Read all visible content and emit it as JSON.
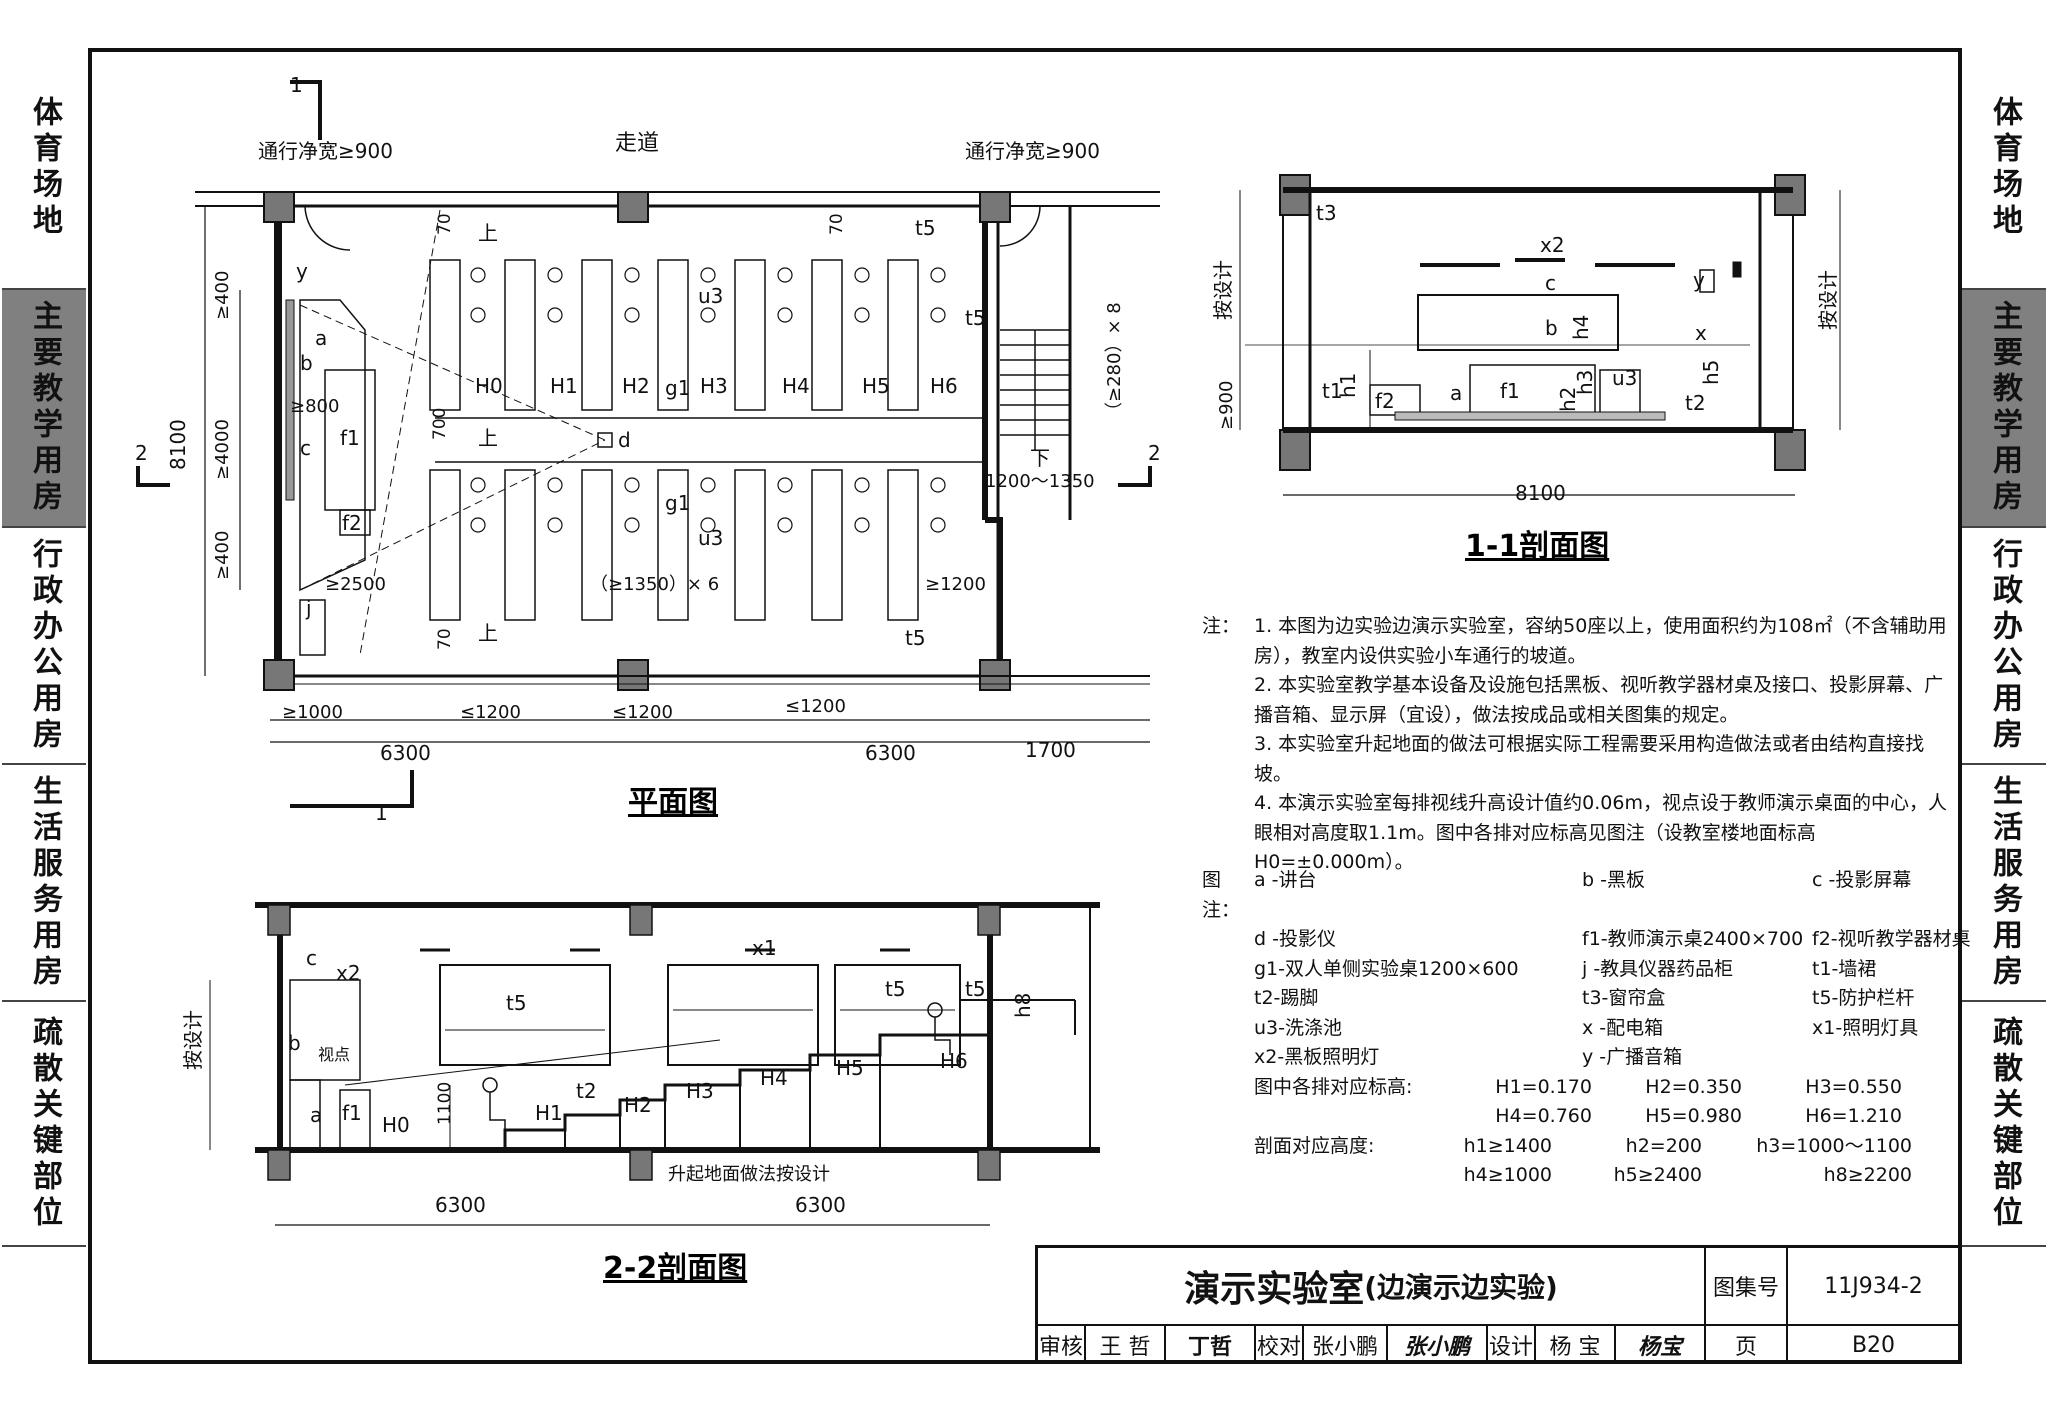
{
  "side_tabs_left": [
    {
      "label": "体育场地",
      "active": false
    },
    {
      "label": "主要教学用房",
      "active": true
    },
    {
      "label": "行政办公用房",
      "active": false
    },
    {
      "label": "生活服务用房",
      "active": false
    },
    {
      "label": "疏散关键部位",
      "active": false
    }
  ],
  "side_tabs_right": [
    {
      "label": "体育场地",
      "active": false
    },
    {
      "label": "主要教学用房",
      "active": true
    },
    {
      "label": "行政办公用房",
      "active": false
    },
    {
      "label": "生活服务用房",
      "active": false
    },
    {
      "label": "疏散关键部位",
      "active": false
    }
  ],
  "plan": {
    "title": "平面图",
    "corridor": "走道",
    "clear_width": "通行净宽≥900",
    "labels": {
      "t5": "t5",
      "u3": "u3",
      "g1": "g1",
      "a": "a",
      "b": "b",
      "c": "c",
      "d": "d",
      "f1": "f1",
      "f2": "f2",
      "j": "j",
      "y": "y",
      "up": "上",
      "down": "下",
      "H0": "H0",
      "H1": "H1",
      "H2": "H2",
      "H3": "H3",
      "H4": "H4",
      "H5": "H5",
      "H6": "H6"
    },
    "dims": {
      "total_h": "8100",
      "d400a": "≥400",
      "d4000": "≥4000",
      "d400b": "≥400",
      "d800": "≥800",
      "d700": "700",
      "d70a": "70",
      "d70b": "70",
      "d70c": "70",
      "d2500": "≥2500",
      "d1350": "（≥1350）× 6",
      "d1200r": "≥1200",
      "d1000": "≥1000",
      "d1200a": "≤1200",
      "d1200b": "≤1200",
      "d1200c": "≤1200",
      "w6300a": "6300",
      "w6300b": "6300",
      "w1700": "1700",
      "stair": "（≥280）× 8",
      "stair_w": "1200～1350"
    },
    "section_marks": {
      "s1": "1",
      "s2": "2"
    }
  },
  "section11": {
    "title": "1-1剖面图",
    "width": "8100",
    "by_design": "按设计",
    "d900": "≥900",
    "labels": {
      "t3": "t3",
      "x2": "x2",
      "c": "c",
      "b": "b",
      "h4": "h4",
      "y": "y",
      "x": "x",
      "h5": "h5",
      "t1": "t1",
      "h1": "h1",
      "f2": "f2",
      "a": "a",
      "f1": "f1",
      "h2": "h2",
      "h3": "h3",
      "u3": "u3",
      "t2": "t2"
    }
  },
  "section22": {
    "title": "2-2剖面图",
    "by_design": "按设计",
    "w6300a": "6300",
    "w6300b": "6300",
    "raised": "升起地面做法按设计",
    "labels": {
      "c": "c",
      "x2": "x2",
      "b": "b",
      "viewpoint": "视点",
      "a": "a",
      "f1": "f1",
      "H0": "H0",
      "d1100": "1100",
      "H1": "H1",
      "t2": "t2",
      "H2": "H2",
      "H3": "H3",
      "H4": "H4",
      "H5": "H5",
      "H6": "H6",
      "t5a": "t5",
      "t5b": "t5",
      "t5c": "t5",
      "x1": "x1",
      "h8": "h8"
    }
  },
  "notes": {
    "label": "注：",
    "items": [
      "1. 本图为边实验边演示实验室，容纳50座以上，使用面积约为108㎡（不含辅助用房），教室内设供实验小车通行的坡道。",
      "2. 本实验室教学基本设备及设施包括黑板、视听教学器材桌及接口、投影屏幕、广播音箱、显示屏（宜设），做法按成品或相关图集的规定。",
      "3. 本实验室升起地面的做法可根据实际工程需要采用构造做法或者由结构直接找坡。",
      "4. 本演示实验室每排视线升高设计值约0.06m，视点设于教师演示桌面的中心，人眼相对高度取1.1m。图中各排对应标高见图注（设教室楼地面标高H0=±0.000m）。"
    ]
  },
  "legend": {
    "label": "图注：",
    "rows": [
      [
        "a -讲台",
        "b -黑板",
        "c -投影屏幕"
      ],
      [
        "d -投影仪",
        "f1-教师演示桌2400×700",
        "f2-视听教学器材桌"
      ],
      [
        "g1-双人单侧实验桌1200×600",
        "j -教具仪器药品柜",
        "t1-墙裙"
      ],
      [
        "t2-踢脚",
        "t3-窗帘盒",
        "t5-防护栏杆"
      ],
      [
        "u3-洗涤池",
        "x -配电箱",
        "x1-照明灯具"
      ],
      [
        "x2-黑板照明灯",
        "y -广播音箱",
        ""
      ]
    ],
    "elev_label": "图中各排对应标高:",
    "elev": [
      [
        "H1=0.170",
        "H2=0.350",
        "H3=0.550"
      ],
      [
        "H4=0.760",
        "H5=0.980",
        "H6=1.210"
      ]
    ],
    "height_label": "剖面对应高度:",
    "heights": [
      [
        "h1≥1400",
        "h2=200",
        "h3=1000～1100"
      ],
      [
        "h4≥1000",
        "h5≥2400",
        "h8≥2200"
      ]
    ]
  },
  "title_block": {
    "title": "演示实验室",
    "subtitle": "(边演示边实验)",
    "atlas_label": "图集号",
    "atlas_no": "11J934-2",
    "review_label": "审核",
    "reviewer": "王 哲",
    "review_sign": "丁哲",
    "check_label": "校对",
    "checker": "张小鹏",
    "check_sign": "张小鹏",
    "design_label": "设计",
    "designer": "杨 宝",
    "design_sign": "杨宝",
    "page_label": "页",
    "page_no": "B20"
  }
}
